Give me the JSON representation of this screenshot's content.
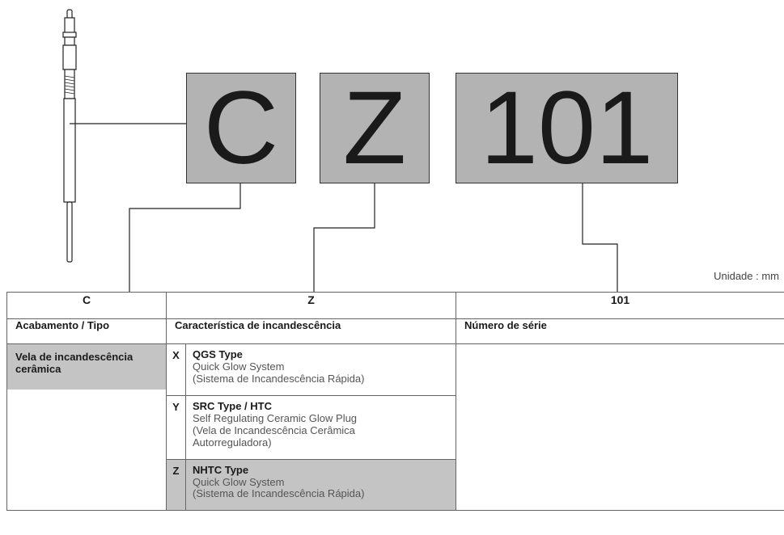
{
  "diagram": {
    "codes": [
      "C",
      "Z",
      "101"
    ],
    "unit_label": "Unidade : mm"
  },
  "table": {
    "headers": [
      "C",
      "Z",
      "101"
    ],
    "subheaders": [
      "Acabamento / Tipo",
      "Característica de incandescência",
      "Número de série"
    ],
    "c_value": "Vela de incandescência cerâmica",
    "z_rows": [
      {
        "letter": "X",
        "title": "QGS Type",
        "lines": [
          "Quick Glow System",
          "(Sistema de Incandescência Rápida)"
        ]
      },
      {
        "letter": "Y",
        "title": "SRC Type / HTC",
        "lines": [
          "Self Regulating Ceramic Glow Plug",
          "(Vela de Incandescência Cerâmica",
          "Autorreguladora)"
        ]
      },
      {
        "letter": "Z",
        "title": "NHTC Type",
        "lines": [
          "Quick Glow System",
          "(Sistema de Incandescência Rápida)"
        ]
      }
    ],
    "highlight_color": "#c4c4c4",
    "box_color": "#b3b3b3"
  }
}
